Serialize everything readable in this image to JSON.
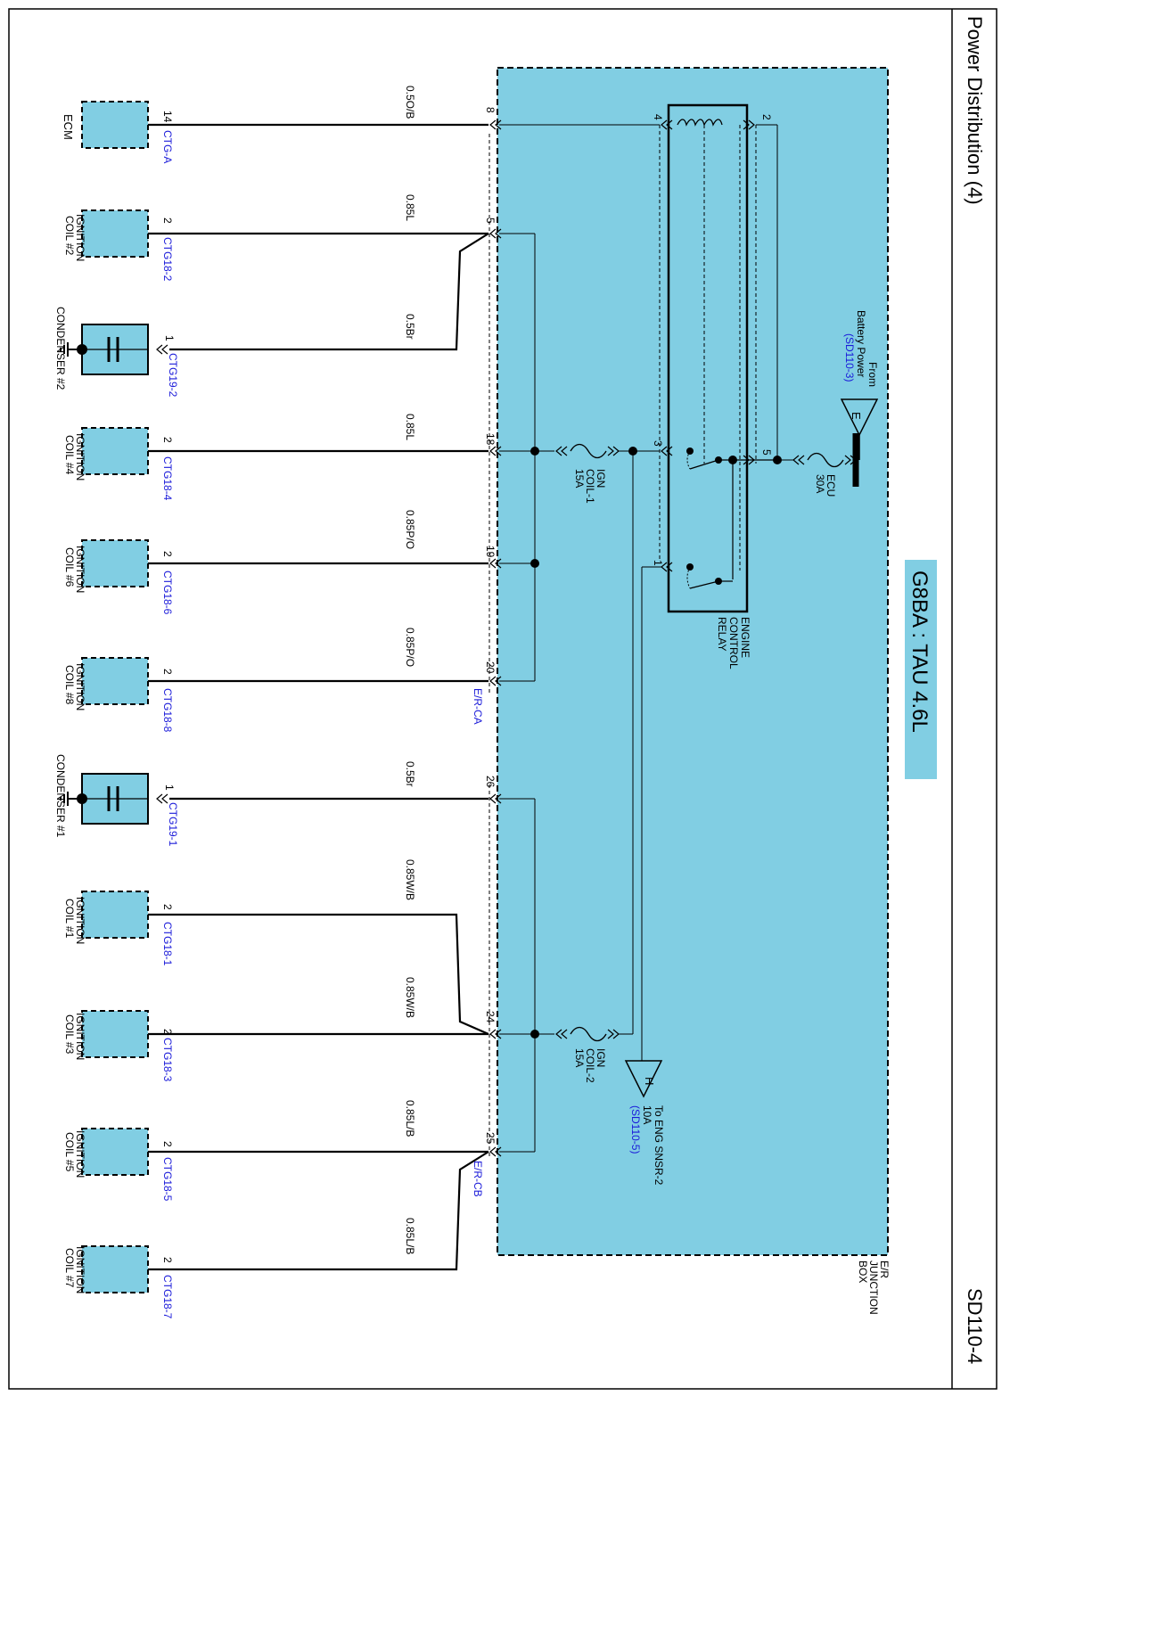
{
  "sheet": {
    "title": "Power Distribution (4)",
    "page_id": "SD110-4",
    "model_badge": "G8BA : TAU 4.6L",
    "accent_color": "#81cee3",
    "link_color": "#1a1ad9"
  },
  "junction_box": {
    "name_lines": [
      "E/R",
      "JUNCTION",
      "BOX"
    ],
    "connector_a": "E/R-CA",
    "connector_b": "E/R-CB"
  },
  "relay": {
    "name_lines": [
      "ENGINE",
      "CONTROL",
      "RELAY"
    ],
    "pins": [
      "4",
      "2",
      "3",
      "5",
      "1"
    ]
  },
  "fuses": {
    "ecu": [
      "ECU",
      "30A"
    ],
    "ign_coil_1": [
      "IGN",
      "COIL-1",
      "15A"
    ],
    "ign_coil_2": [
      "IGN",
      "COIL-2",
      "15A"
    ]
  },
  "refs": {
    "from_battery": {
      "letter": "E",
      "lines": [
        "From",
        "Battery Power"
      ],
      "link": "(SD110-3)"
    },
    "to_eng_snsr": {
      "letter": "H",
      "lines": [
        "To ENG SNSR-2",
        "10A"
      ],
      "link": "(SD110-5)"
    }
  },
  "components": [
    {
      "name_lines": [
        "ECM"
      ],
      "pin": "14",
      "connector": "CTG-A",
      "wire": "0.5O/B",
      "jb_pin": "8"
    },
    {
      "name_lines": [
        "IGNITION",
        "COIL #2"
      ],
      "pin": "2",
      "connector": "CTG18-2",
      "wire": "0.85L",
      "jb_pin": "5"
    },
    {
      "name_lines": [
        "CONDENSER #2"
      ],
      "pin": "1",
      "connector": "CTG19-2",
      "wire": "0.5Br",
      "jb_pin": ""
    },
    {
      "name_lines": [
        "IGNITION",
        "COIL #4"
      ],
      "pin": "2",
      "connector": "CTG18-4",
      "wire": "0.85L",
      "jb_pin": "18"
    },
    {
      "name_lines": [
        "IGNITION",
        "COIL #6"
      ],
      "pin": "2",
      "connector": "CTG18-6",
      "wire": "0.85P/O",
      "jb_pin": "19"
    },
    {
      "name_lines": [
        "IGNITION",
        "COIL #8"
      ],
      "pin": "2",
      "connector": "CTG18-8",
      "wire": "0.85P/O",
      "jb_pin": "20"
    },
    {
      "name_lines": [
        "CONDENSER #1"
      ],
      "pin": "1",
      "connector": "CTG19-1",
      "wire": "0.5Br",
      "jb_pin": "26"
    },
    {
      "name_lines": [
        "IGNITION",
        "COIL #1"
      ],
      "pin": "2",
      "connector": "CTG18-1",
      "wire": "0.85W/B",
      "jb_pin": ""
    },
    {
      "name_lines": [
        "IGNITION",
        "COIL #3"
      ],
      "pin": "2",
      "connector": "CTG18-3",
      "wire": "0.85W/B",
      "jb_pin": "24"
    },
    {
      "name_lines": [
        "IGNITION",
        "COIL #5"
      ],
      "pin": "2",
      "connector": "CTG18-5",
      "wire": "0.85L/B",
      "jb_pin": "25"
    },
    {
      "name_lines": [
        "IGNITION",
        "COIL #7"
      ],
      "pin": "2",
      "connector": "CTG18-7",
      "wire": "0.85L/B",
      "jb_pin": ""
    }
  ]
}
